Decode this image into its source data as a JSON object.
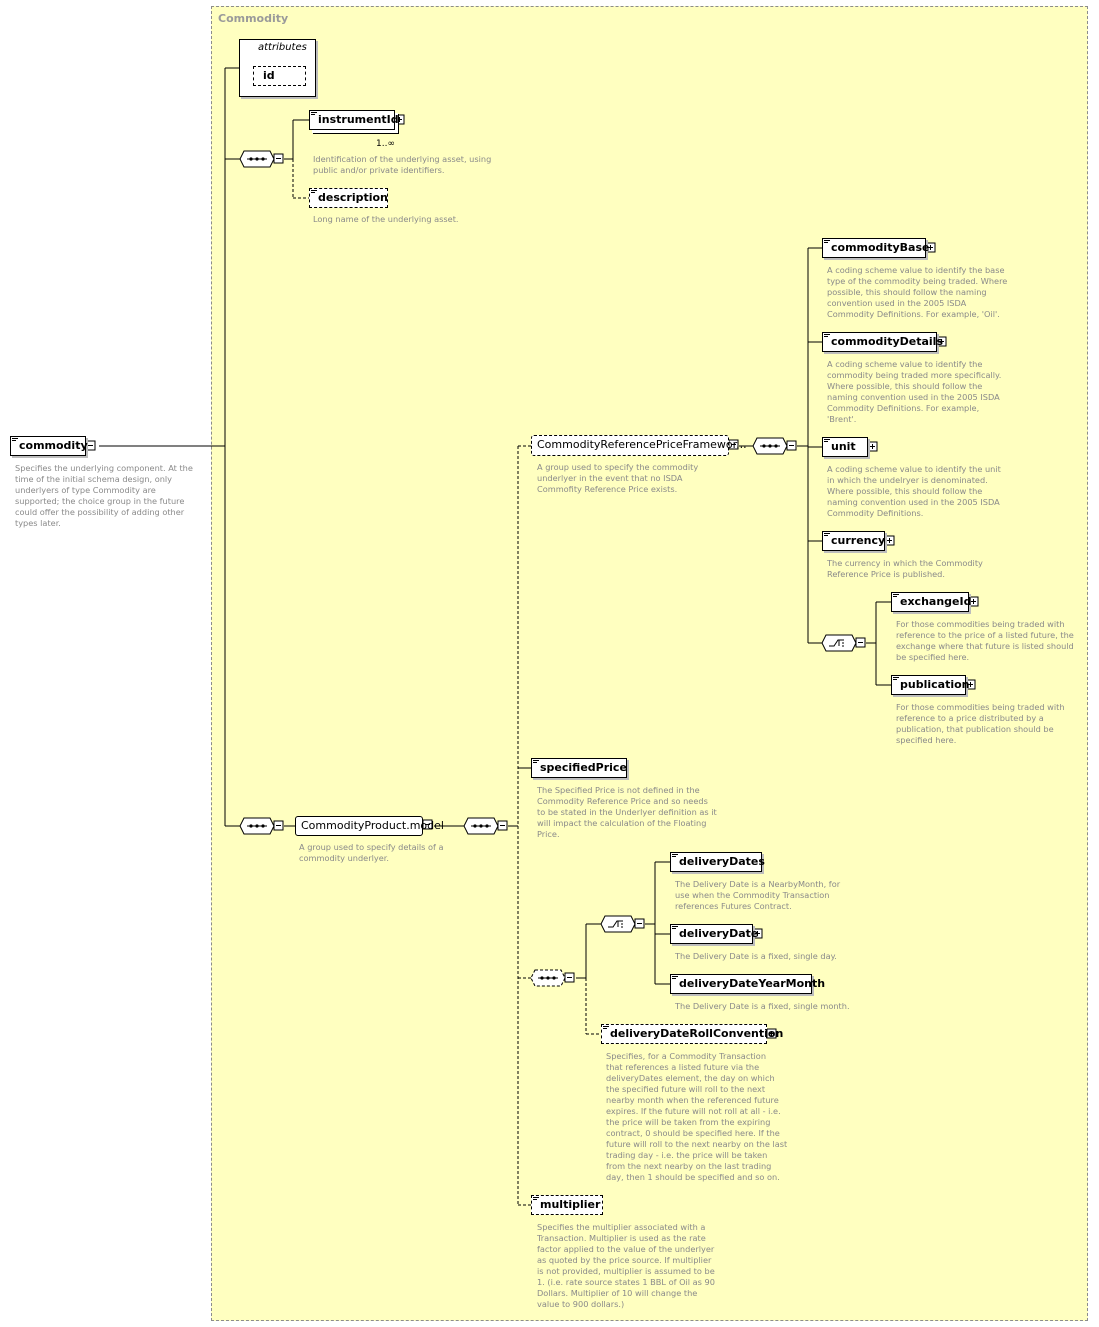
{
  "diagram": {
    "container_title": "Commodity",
    "root": {
      "name": "commodity",
      "desc": "Specifies the underlying component. At the\ntime of the initial schema design, only\nunderlyers of type Commodity are\nsupported; the choice group in the future\ncould offer the possibility of adding other\ntypes later."
    },
    "attributes": {
      "label": "attributes",
      "id_label": "id"
    },
    "instrumentId": {
      "name": "instrumentId",
      "cardinality": "1..∞",
      "desc": "Identification of the underlying asset, using\npublic and/or private identifiers."
    },
    "description": {
      "name": "description",
      "desc": "Long name of the underlying asset."
    },
    "commodityProductModel": {
      "name": "CommodityProduct.model",
      "desc": "A group used to specify details of a\ncommodity underlyer."
    },
    "frameworkGroup": {
      "name": "CommodityReferencePriceFramewor...",
      "desc": "A group used to specify the commodity\nunderlyer in the event that no ISDA\nCommofity Reference Price exists."
    },
    "commodityBase": {
      "name": "commodityBase",
      "desc": "A coding scheme value to identify the base\ntype of the commodity being traded. Where\npossible, this should follow the naming\nconvention used in the 2005 ISDA\nCommodity Definitions. For example, 'Oil'."
    },
    "commodityDetails": {
      "name": "commodityDetails",
      "desc": "A coding scheme value to identify the\ncommodity being traded more specifically.\nWhere possible, this should follow the\nnaming convention used in the 2005 ISDA\nCommodity Definitions. For example,\n'Brent'."
    },
    "unit": {
      "name": "unit",
      "desc": "A coding scheme value to identify the unit\nin which the undelryer is denominated.\nWhere possible, this should follow the\nnaming convention used in the 2005 ISDA\nCommodity Definitions."
    },
    "currency": {
      "name": "currency",
      "desc": "The currency in which the Commodity\nReference Price is published."
    },
    "exchangeId": {
      "name": "exchangeId",
      "desc": "For those commodities being traded with\nreference to the price of a listed future, the\nexchange where that future is listed should\nbe specified here."
    },
    "publication": {
      "name": "publication",
      "desc": "For those commodities being traded with\nreference to a price distributed by a\npublication, that publication should be\nspecified here."
    },
    "specifiedPrice": {
      "name": "specifiedPrice",
      "desc": "The Specified Price is not defined in the\nCommodity Reference Price and so needs\nto be stated in the Underlyer definition as it\nwill impact the calculation of the Floating\nPrice."
    },
    "deliveryDates": {
      "name": "deliveryDates",
      "desc": "The Delivery Date is a NearbyMonth, for\nuse when the Commodity Transaction\nreferences Futures Contract."
    },
    "deliveryDate": {
      "name": "deliveryDate",
      "desc": "The Delivery Date is a fixed, single day."
    },
    "deliveryDateYearMonth": {
      "name": "deliveryDateYearMonth",
      "desc": "The Delivery Date is a fixed, single month."
    },
    "deliveryDateRollConvention": {
      "name": "deliveryDateRollConvention",
      "desc": "Specifies, for a Commodity Transaction\nthat references a listed future via the\ndeliveryDates element, the day on which\nthe specified future will roll to the next\nnearby month when the referenced future\nexpires. If the future will not roll at all - i.e.\nthe price will be taken from the expiring\ncontract, 0 should be specified here. If the\nfuture will roll to the next nearby on the last\ntrading day - i.e. the price will be taken\nfrom the next nearby on the last trading\nday, then 1 should be specified and so on."
    },
    "multiplier": {
      "name": "multiplier",
      "desc": "Specifies the multiplier associated with a\nTransaction. Multiplier is used as the rate\nfactor applied to the value of the underlyer\nas quoted by the price source. If multiplier\nis not provided, multiplier is assumed to be\n1. (i.e. rate source states 1 BBL of Oil as 90\nDollars. Multiplier of 10 will change the\nvalue to 900 dollars.)"
    },
    "colors": {
      "container_fill": "#ffffc0",
      "container_border": "#8c8c8c",
      "description_text": "#8a8a8a",
      "line": "#000000"
    }
  }
}
